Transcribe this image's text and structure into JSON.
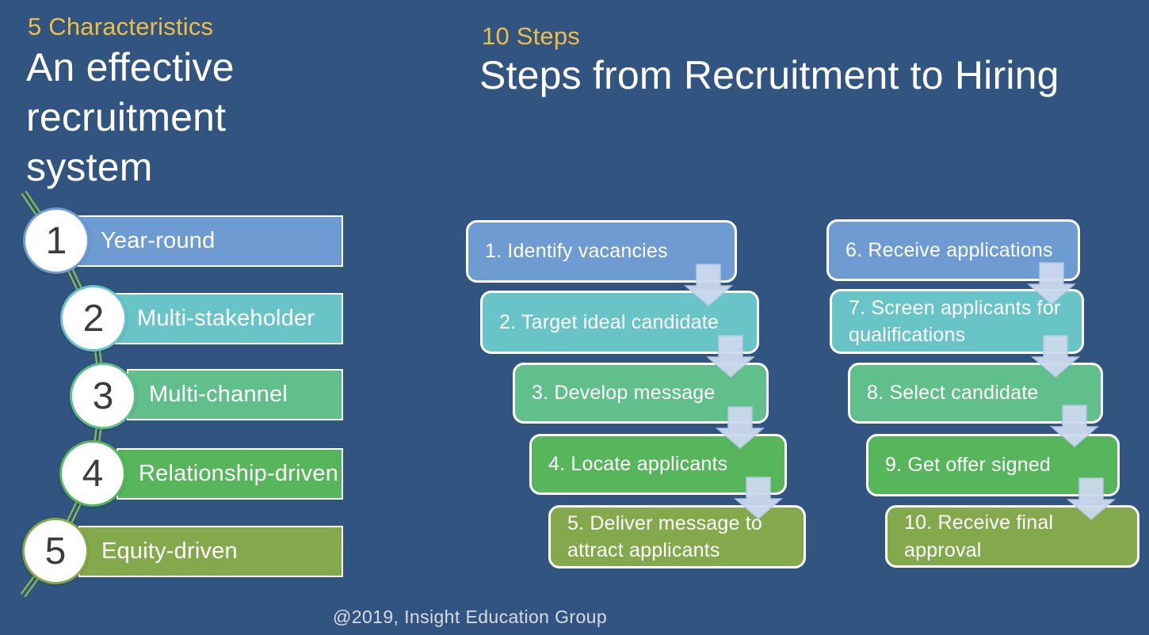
{
  "colors": {
    "background": "#315580",
    "kicker": "#efbe45",
    "title": "#ffffff",
    "item_text": "#ffffff",
    "number_text": "#3d3d3d",
    "circle_fill": "#ffffff",
    "box_border": "#ffffff",
    "vine": "#8abb4e",
    "arrow_fill": "#ccdaee",
    "arrow_stroke": "#b7c9e4",
    "footer_text": "#d8dce3"
  },
  "left_panel": {
    "kicker": "5 Characteristics",
    "title": "An effective recruitment system",
    "items": [
      {
        "number": "1",
        "label": "Year-round",
        "color": "#6d9bd2"
      },
      {
        "number": "2",
        "label": "Multi-stakeholder",
        "color": "#69c4c8"
      },
      {
        "number": "3",
        "label": "Multi-channel",
        "color": "#61bf8b"
      },
      {
        "number": "4",
        "label": "Relationship-driven",
        "color": "#57b65c"
      },
      {
        "number": "5",
        "label": "Equity-driven",
        "color": "#84a94d"
      }
    ]
  },
  "right_panel": {
    "kicker": "10 Steps",
    "title": "Steps from Recruitment to Hiring",
    "columns": [
      {
        "steps": [
          {
            "label": "1. Identify vacancies",
            "color": "#6d9bd2"
          },
          {
            "label": "2. Target ideal candidate",
            "color": "#69c4c8"
          },
          {
            "label": "3. Develop message",
            "color": "#61bf8b"
          },
          {
            "label": "4. Locate applicants",
            "color": "#57b65c"
          },
          {
            "label": "5. Deliver message to attract applicants",
            "color": "#84a94d"
          }
        ]
      },
      {
        "steps": [
          {
            "label": "6. Receive applications",
            "color": "#6d9bd2"
          },
          {
            "label": "7. Screen applicants for qualifications",
            "color": "#69c4c8"
          },
          {
            "label": "8. Select candidate",
            "color": "#61bf8b"
          },
          {
            "label": "9. Get offer signed",
            "color": "#57b65c"
          },
          {
            "label": "10. Receive final approval",
            "color": "#84a94d"
          }
        ]
      }
    ]
  },
  "footer": {
    "credit": "@2019, Insight Education Group"
  }
}
